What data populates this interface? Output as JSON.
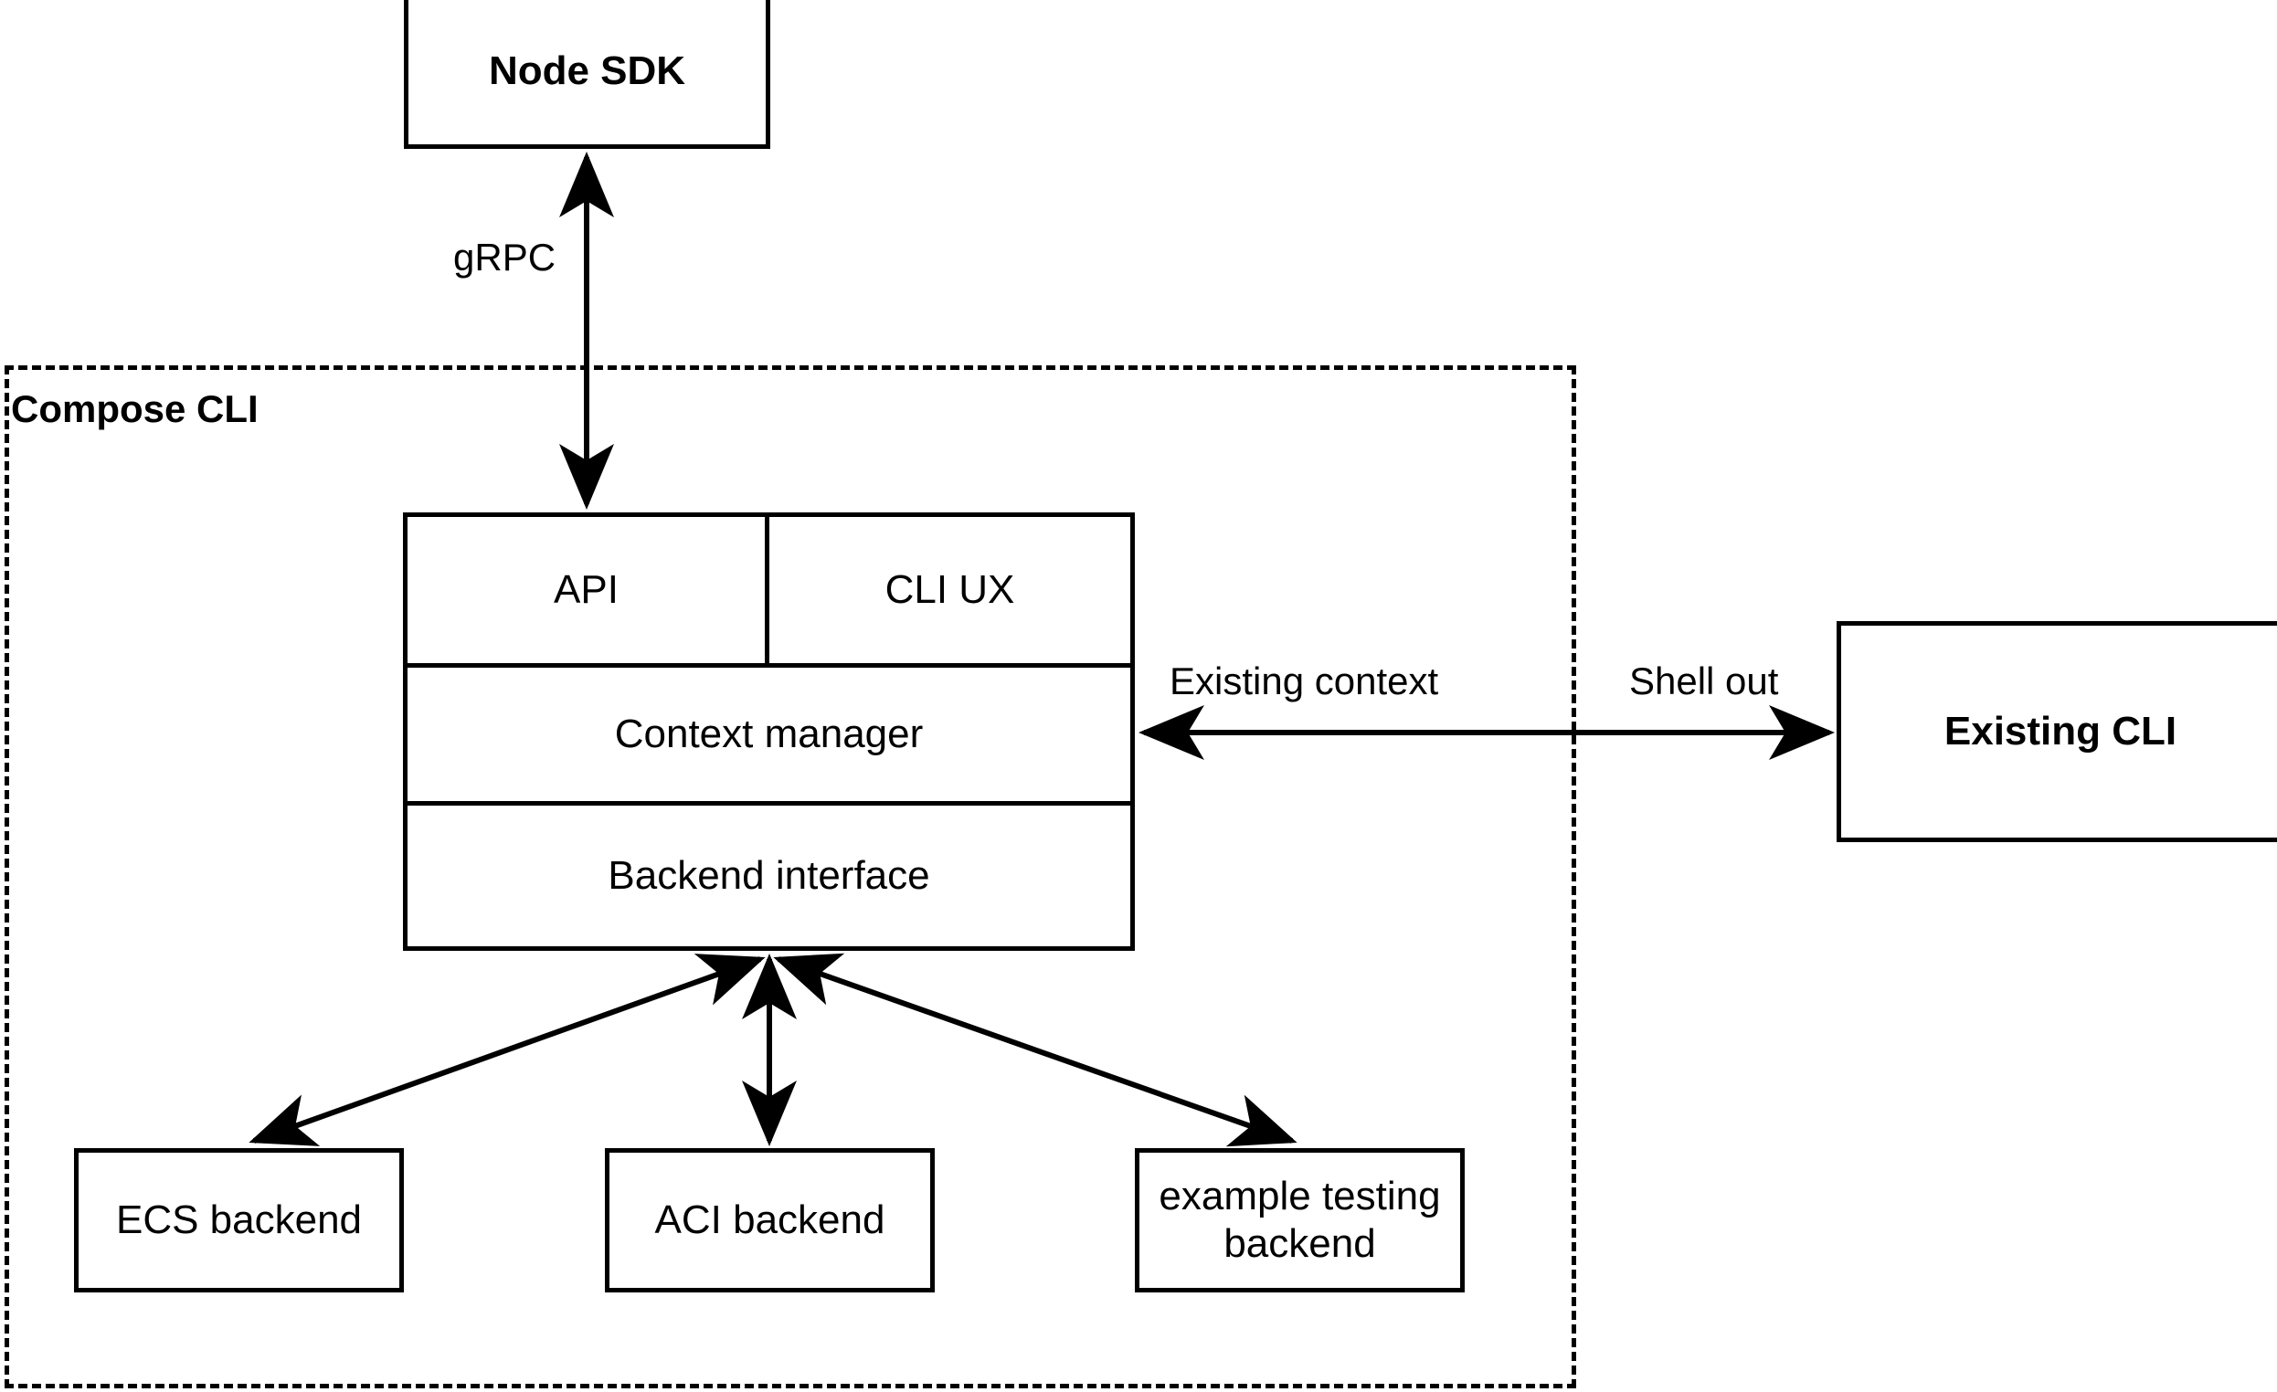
{
  "diagram": {
    "title_nodes": {
      "node_sdk": "Node SDK",
      "existing_cli": "Existing CLI"
    },
    "group": {
      "label": "Compose CLI",
      "border_style": "dashed"
    },
    "compose_stack": {
      "row1_left": "API",
      "row1_right": "CLI UX",
      "row2": "Context manager",
      "row3": "Backend interface"
    },
    "backends": [
      {
        "label": "ECS backend"
      },
      {
        "label": "ACI backend"
      },
      {
        "label": "example testing\nbackend",
        "line1": "example testing",
        "line2": "backend"
      }
    ],
    "edges": [
      {
        "id": "grpc",
        "label": "gRPC",
        "from": "API",
        "to": "Node SDK",
        "arrow": "both"
      },
      {
        "id": "existing-context",
        "label": "Existing context",
        "from": "Existing CLI",
        "to": "Context manager",
        "arrow": "left"
      },
      {
        "id": "shell-out",
        "label": "Shell out",
        "from": "Context manager",
        "to": "Existing CLI",
        "arrow": "right"
      },
      {
        "id": "ecs-link",
        "label": "",
        "from": "Backend interface",
        "to": "ECS backend",
        "arrow": "both"
      },
      {
        "id": "aci-link",
        "label": "",
        "from": "Backend interface",
        "to": "ACI backend",
        "arrow": "both"
      },
      {
        "id": "example-link",
        "label": "",
        "from": "Backend interface",
        "to": "example testing backend",
        "arrow": "both"
      }
    ],
    "colors": {
      "stroke": "#000000",
      "fill": "#ffffff",
      "text": "#000000"
    }
  }
}
